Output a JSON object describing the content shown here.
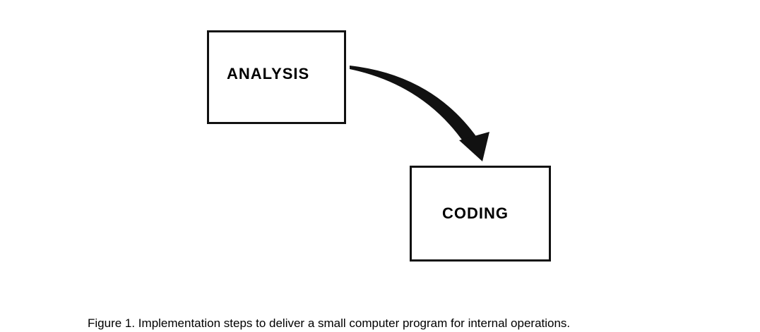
{
  "diagram": {
    "nodes": [
      {
        "id": "analysis",
        "label": "ANALYSIS"
      },
      {
        "id": "coding",
        "label": "CODING"
      }
    ],
    "edges": [
      {
        "from": "analysis",
        "to": "coding"
      }
    ],
    "caption": "Figure 1.  Implementation steps to deliver a small computer program for internal operations."
  }
}
